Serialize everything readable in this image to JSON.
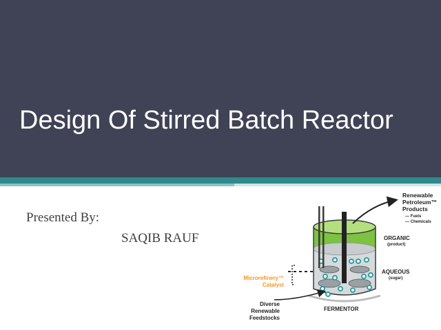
{
  "slide": {
    "title": "Design Of Stirred Batch Reactor",
    "presented_by_label": "Presented By:",
    "author": "SAQIB RAUF"
  },
  "diagram": {
    "product_line1": "Renewable",
    "product_line2": "Petroleum™",
    "product_line3": "Products",
    "product_sub1": "— Fuels",
    "product_sub2": "— Chemicals",
    "organic_label": "ORGANIC",
    "organic_sub": "(product)",
    "aqueous_label": "AQUEOUS",
    "aqueous_sub": "(sugar)",
    "catalyst_line1": "Microrefinery™",
    "catalyst_line2": "Catalyst",
    "feed_line1": "Diverse",
    "feed_line2": "Renewable",
    "feed_line3": "Feedstocks",
    "fermentor_label": "FERMENTOR"
  },
  "colors": {
    "header_bg": "#404255",
    "accent_teal": "#2e8a8d",
    "organic_green": "#7dc242",
    "catalyst_orange": "#f7941d",
    "bubble_teal": "#2aa1a6"
  }
}
